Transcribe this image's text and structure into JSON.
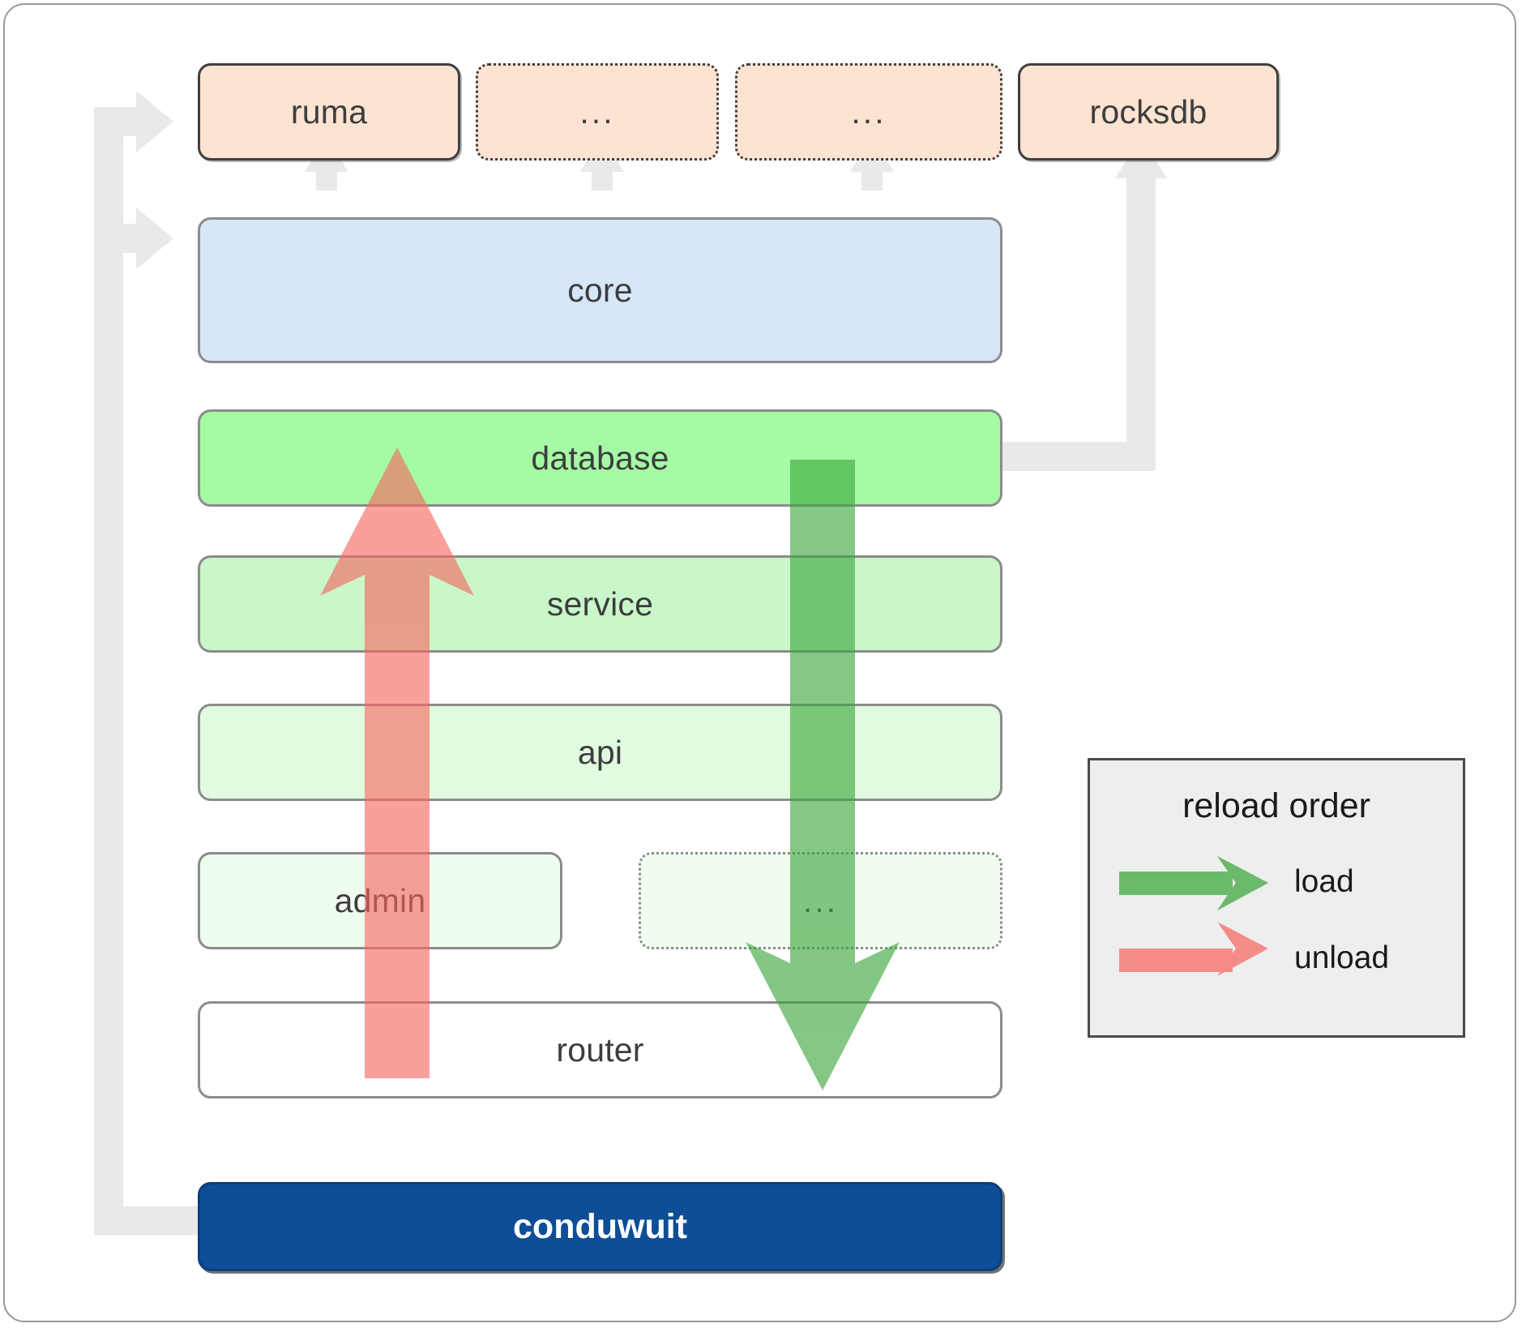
{
  "diagram": {
    "title": "conduwuit module / reload order architecture",
    "dependencies": [
      {
        "id": "ruma",
        "label": "ruma",
        "style": "solid"
      },
      {
        "id": "dep2",
        "label": "...",
        "style": "dotted"
      },
      {
        "id": "dep3",
        "label": "...",
        "style": "dotted"
      },
      {
        "id": "rocksdb",
        "label": "rocksdb",
        "style": "solid"
      }
    ],
    "layers": [
      {
        "id": "core",
        "label": "core",
        "style": "solid",
        "color": "#d6e7fa"
      },
      {
        "id": "database",
        "label": "database",
        "style": "solid",
        "color": "#a4fba4"
      },
      {
        "id": "service",
        "label": "service",
        "style": "solid",
        "color": "#caf7ca"
      },
      {
        "id": "api",
        "label": "api",
        "style": "solid",
        "color": "#e0fbe0"
      },
      {
        "id": "admin",
        "label": "admin",
        "style": "solid",
        "color": "#effdef"
      },
      {
        "id": "dots_low",
        "label": "...",
        "style": "dotted",
        "color": "#f2fdf2"
      },
      {
        "id": "router",
        "label": "router",
        "style": "solid",
        "color": "#ffffff"
      }
    ],
    "root": {
      "id": "conduwuit",
      "label": "conduwuit",
      "color": "#0d4e96",
      "text_color": "#ffffff"
    },
    "legend": {
      "title": "reload order",
      "entries": [
        {
          "id": "load",
          "label": "load",
          "color": "#4caf50"
        },
        {
          "id": "unload",
          "label": "unload",
          "color": "#f98080"
        }
      ]
    },
    "arrows": {
      "load_direction": "down",
      "unload_direction": "up",
      "load_color": "#4caf50",
      "unload_color": "#f98080",
      "connector_color": "#e9e9e9"
    }
  }
}
